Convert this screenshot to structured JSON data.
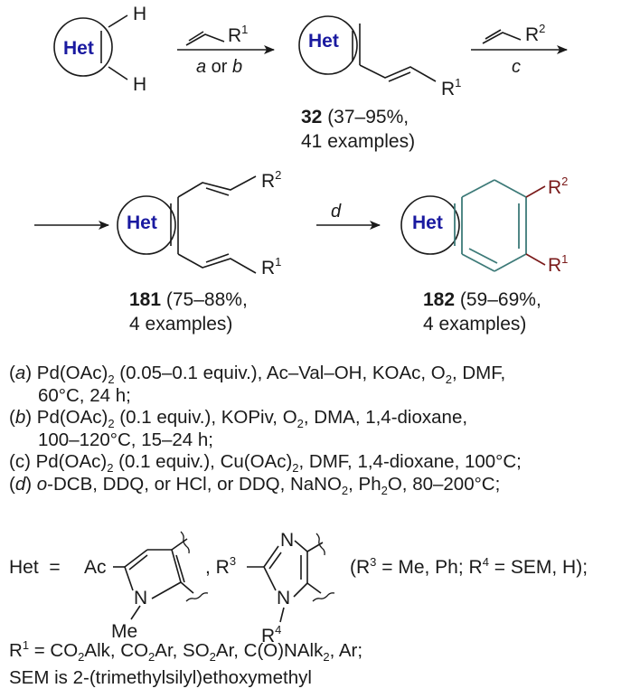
{
  "scheme": {
    "het_label": "Het",
    "substituents": {
      "H": "H",
      "R": "R",
      "one": "1",
      "two": "2",
      "three": "3",
      "four": "4"
    },
    "arrow1": {
      "cond_a": "a",
      "or": " or ",
      "cond_b": "b"
    },
    "arrow2": {
      "cond": "c"
    },
    "arrow4": {
      "cond": "d"
    },
    "compound32": {
      "number": "32",
      "yield": " (37–95%,",
      "examples": "41 examples)"
    },
    "compound181": {
      "number": "181",
      "yield": " (75–88%,",
      "examples": "4 examples)"
    },
    "compound182": {
      "number": "182",
      "yield": " (59–69%,",
      "examples": "4 examples)"
    },
    "pyrrole": {
      "ac": "Ac",
      "n": "N",
      "me": "Me"
    },
    "imidazole": {
      "n1": "N",
      "n2": "N",
      "comma": ", R",
      "het_eq": "Het  ="
    },
    "colors": {
      "het_text": "#1a1aa0",
      "ring_new": "#3d7a78",
      "substituent_new": "#7a1a1a"
    }
  },
  "conditions": {
    "a": {
      "tag": "a",
      "l1": "Pd(OAc)",
      "l1b": " (0.05–0.1 equiv.), Ac–Val–OH, KOAc, O",
      "l1c": ", DMF,",
      "l2": "60°C, 24 h;"
    },
    "b": {
      "tag": "b",
      "l1": "Pd(OAc)",
      "l1b": " (0.1 equiv.), KOPiv, O",
      "l1c": ", DMA, 1,4-dioxane,",
      "l2": "100–120°C, 15–24 h;"
    },
    "c": {
      "tag": "c",
      "l1": "Pd(OAc)",
      "l1b": " (0.1 equiv.), Cu(OAc)",
      "l1c": ", DMF, 1,4-dioxane, 100°C;"
    },
    "d": {
      "tag": "d",
      "o": "o",
      "l1": "-DCB, DDQ, or HCl, or DDQ, NaNO",
      "l1c": ", Ph",
      "l1d": "O, 80–200°C;"
    },
    "sub2": "2"
  },
  "het_note": {
    "open": "(R",
    "mid": " = Me, Ph; R",
    "end": " = SEM, H);",
    "sup3": "3",
    "sup4": "4"
  },
  "r1_note": {
    "r": "R",
    "sup": "1",
    "text1": " = CO",
    "text2": "Alk, CO",
    "text3": "Ar, SO",
    "text4": "Ar, C(O)NAlk",
    "text5": ", Ar;",
    "sub": "2"
  },
  "sem_note": "SEM is 2-(trimethylsilyl)ethoxymethyl"
}
